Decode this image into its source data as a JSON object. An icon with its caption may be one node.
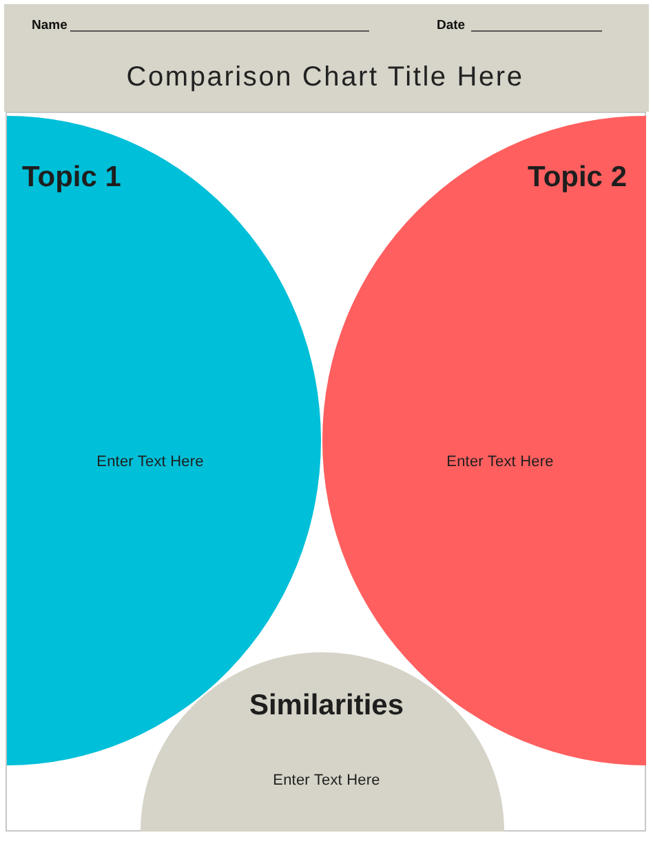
{
  "diagram": {
    "title": "Comparison Chart Title Here",
    "nodes": [
      {
        "text": [
          "Topic 1",
          "Enter Text Here"
        ]
      },
      {
        "text": [
          "Topic 2",
          "Enter Text Here"
        ]
      },
      {
        "text": [
          "Similarities",
          "Enter Text Here"
        ]
      }
    ],
    "labels": [
      "Name",
      "Date"
    ]
  }
}
